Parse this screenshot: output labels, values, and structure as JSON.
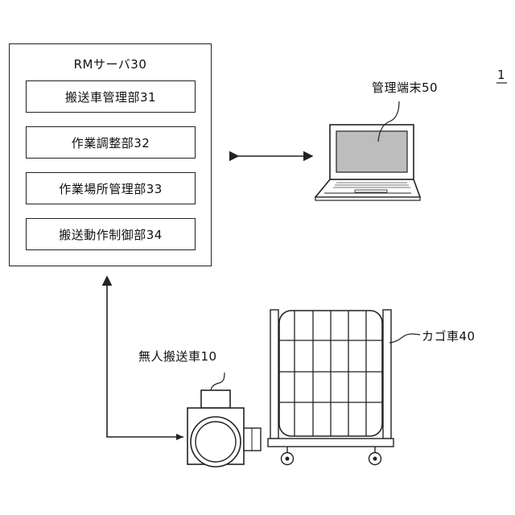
{
  "figure_number": "1",
  "rm_server": {
    "title": "RMサーバ30",
    "units": [
      {
        "label": "搬送車管理部31"
      },
      {
        "label": "作業調整部32"
      },
      {
        "label": "作業場所管理部33"
      },
      {
        "label": "搬送動作制御部34"
      }
    ]
  },
  "management_terminal": {
    "label": "管理端末50"
  },
  "unmanned_vehicle": {
    "label": "無人搬送車10"
  },
  "cart": {
    "label": "カゴ車40"
  },
  "colors": {
    "line": "#222222",
    "screen_fill": "#bdbdbd",
    "background": "#ffffff"
  }
}
